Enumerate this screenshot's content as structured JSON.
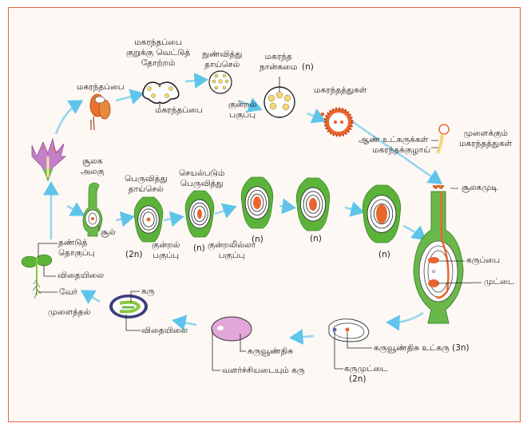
{
  "diagram": {
    "title": "",
    "colors": {
      "frame_border": "#e8604a",
      "background": "#fdf8f4",
      "arrow": "#5ec4ea",
      "ovule_green": "#5cb33a",
      "nucleus_orange": "#e8662e",
      "pollen_yellow": "#f2d878",
      "flower_purple": "#c57fc9",
      "endosperm_pink": "#e3a6d8"
    },
    "labels": {
      "anther": "மகரந்தப்பை",
      "anther_cross_section": [
        "மகரந்தப்பை",
        "குறுக்கு வெட்டுத்",
        "தோற்றம்"
      ],
      "pollen_sac": "மகரந்தப்பை",
      "microspore_mother_cell": [
        "நுண்வித்து",
        "தாய்செல்"
      ],
      "meiosis_1": [
        "குன்றல்",
        "பகுப்பு"
      ],
      "pollen_tetrad": [
        "மகரந்த",
        "நான்கமை"
      ],
      "pollen_tetrad_ploidy": "(n)",
      "pollen_grains": "மகரந்தத்துகள்",
      "germinating_pollen": [
        "முளைக்கும்",
        "மகரந்தத்துகள்"
      ],
      "male_nuclei": "ஆண் உட்கருக்கள்",
      "pollen_tube": "மகரந்தக்குழாய்",
      "stigma": "சூலகமுடி",
      "ovary": "கருப்பை",
      "egg": "முட்டை",
      "pistil": [
        "சூலக",
        "அலகு"
      ],
      "ovule": "சூல்",
      "megaspore_mother_cell": [
        "பெருவித்து",
        "தாய்செல்"
      ],
      "megaspore_mother_cell_ploidy": "(2n)",
      "meiosis_2": [
        "குன்றல்",
        "பகுப்பு"
      ],
      "functional_megaspore": [
        "செயல்படும்",
        "பெருவித்து"
      ],
      "functional_megaspore_ploidy": "(n)",
      "mitosis": [
        "குன்றலில்லா",
        "பகுப்பு"
      ],
      "stage_4_ploidy": "(n)",
      "stage_5_ploidy": "(n)",
      "stage_6_ploidy": "(n)",
      "endosperm_nucleus": "கருவூண்திசு உட்கரு (3n)",
      "zygote": "கருமுட்டை",
      "zygote_ploidy": "(2n)",
      "endosperm": "கருவூண்திசு",
      "developing_embryo": "வளர்ச்சியடையும் கரு",
      "embryo": "கரு",
      "cotyledon_seed": "விதையிலை",
      "hypocotyl": [
        "தண்டுத்",
        "தொகுப்பு"
      ],
      "cotyledon_seedling": "விதையிலை",
      "root": "வேர்",
      "germination": "முளைத்தல்"
    }
  }
}
